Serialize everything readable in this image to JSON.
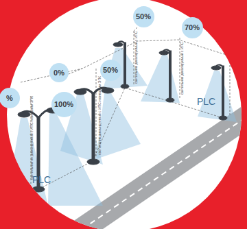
{
  "diagram": {
    "nodes": [
      {
        "text": [
          "50%"
        ]
      },
      {
        "text": [
          "70%"
        ]
      },
      {
        "text": [
          "0%"
        ]
      },
      {
        "text": [
          "50%"
        ]
      },
      {
        "text": [
          "%"
        ]
      },
      {
        "text": [
          "100%"
        ]
      }
    ],
    "labels": [
      "PLC",
      "PLC",
      "светильник не диммируемый с ИПС и внешним ЭПК",
      "светильник диммируемый с ИПС и внешним ЭПК",
      "светильник диммируемый с ИПС",
      "светильник диммируемый с ИПС"
    ]
  }
}
